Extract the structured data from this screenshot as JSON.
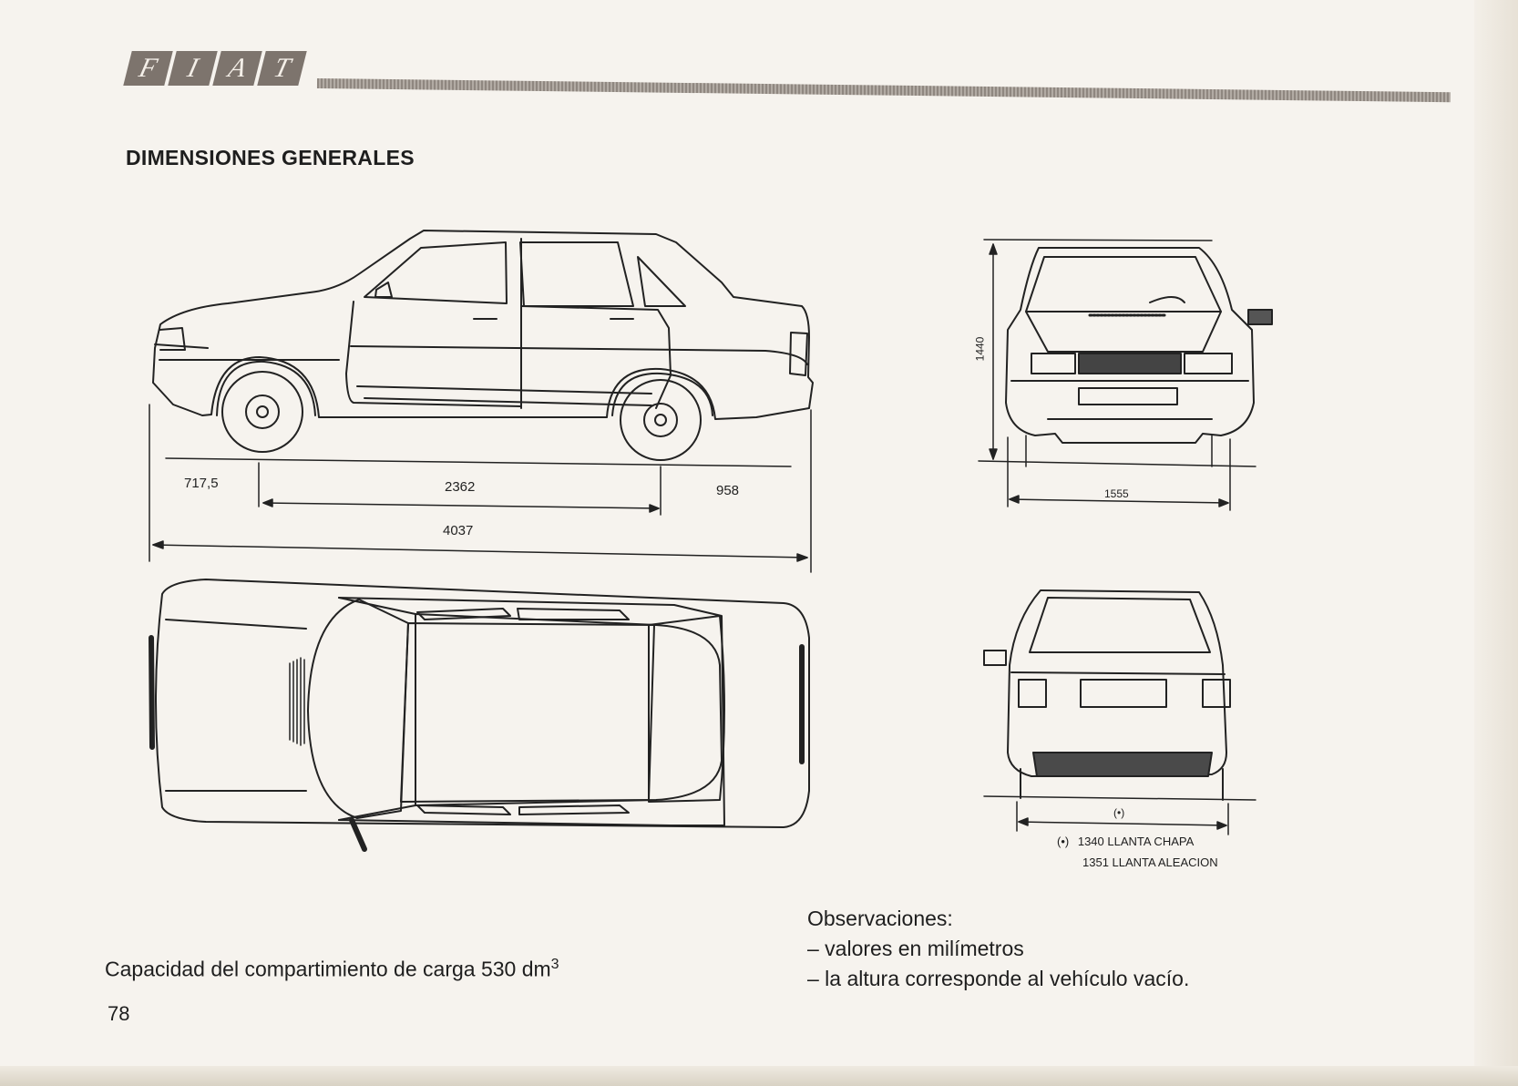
{
  "header": {
    "logo_letters": [
      "F",
      "I",
      "A",
      "T"
    ]
  },
  "page": {
    "title": "DIMENSIONES GENERALES",
    "number": "78"
  },
  "dimensions": {
    "front_overhang": "717,5",
    "wheelbase": "2362",
    "rear_overhang": "958",
    "overall_length": "4037",
    "height": "1440",
    "front_track": "1555",
    "rear_track_marker": "(•)"
  },
  "rear_track_note": {
    "marker": "(•)",
    "line1": "1340 LLANTA CHAPA",
    "line2": "1351 LLANTA ALEACION"
  },
  "capacity": {
    "text": "Capacidad del compartimiento de carga 530 dm",
    "superscript": "3"
  },
  "observations": {
    "heading": "Observaciones:",
    "items": [
      "– valores en milímetros",
      "– la altura corresponde al vehículo vacío."
    ]
  },
  "colors": {
    "logo": "#7d746d",
    "paper": "#f6f3ee",
    "ink": "#1e1e1e"
  }
}
